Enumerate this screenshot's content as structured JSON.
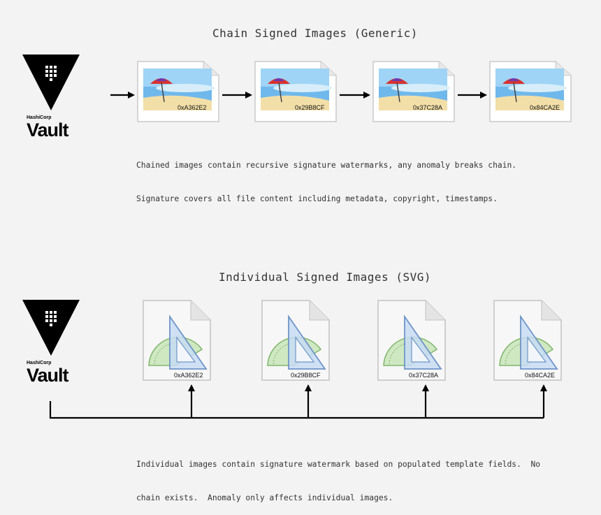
{
  "chain_section": {
    "title": "Chain Signed Images (Generic)",
    "description_lines": [
      "Chained images contain recursive signature watermarks, any anomaly breaks chain.",
      "Signature covers all file content including metadata, copyright, timestamps."
    ],
    "hashes": [
      "0xA362E2",
      "0x29B8CF",
      "0x37C28A",
      "0x84CA2E"
    ]
  },
  "individual_section": {
    "title": "Individual Signed Images (SVG)",
    "description_lines": [
      "Individual images contain signature watermark based on populated template fields.  No",
      "chain exists.  Anomaly only affects individual images."
    ],
    "hashes": [
      "0xA362E2",
      "0x29B8CF",
      "0x37C28A",
      "0x84CA2E"
    ]
  },
  "logo": {
    "company": "HashiCorp",
    "product": "Vault"
  },
  "colors": {
    "background": "#f3f3f3",
    "logo": "#000000",
    "connector": "#000000"
  }
}
